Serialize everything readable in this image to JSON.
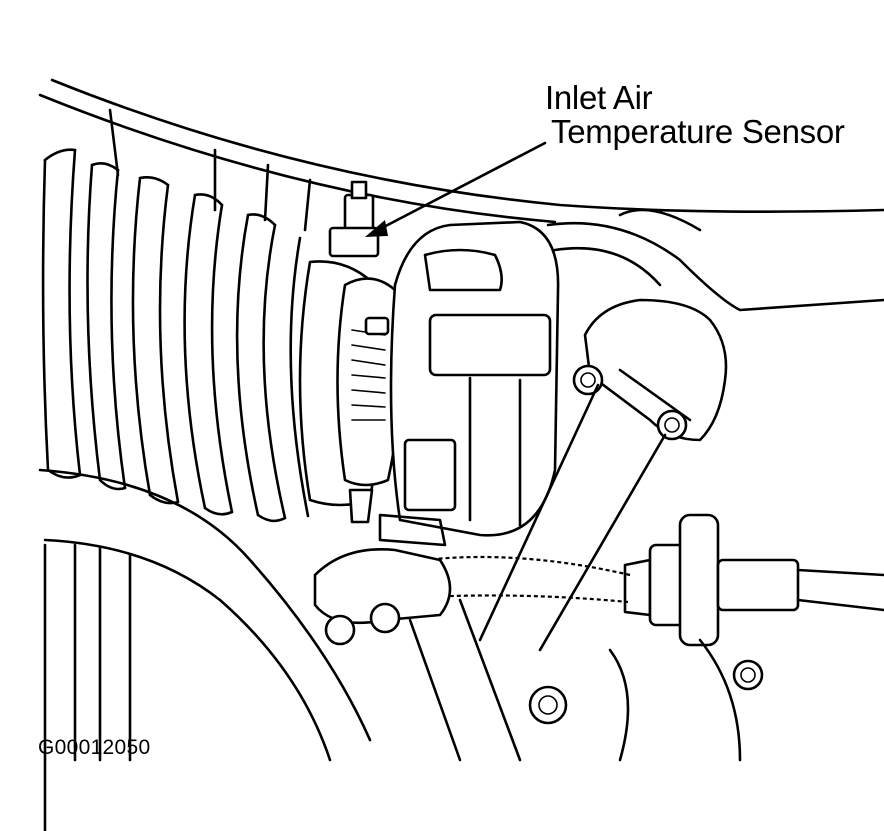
{
  "callout": {
    "line1": "Inlet Air",
    "line2": "Temperature Sensor"
  },
  "figure_id": "G00012050"
}
